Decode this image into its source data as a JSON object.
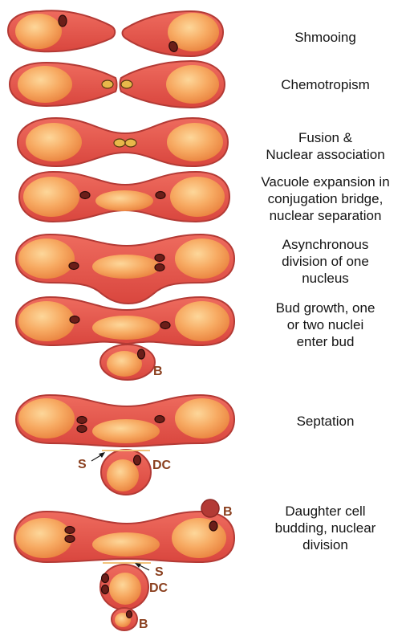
{
  "stages": [
    {
      "label": "Shmooing"
    },
    {
      "label": "Chemotropism"
    },
    {
      "label": "Fusion &\nNuclear association"
    },
    {
      "label": "Vacuole expansion in\nconjugation bridge,\nnuclear separation"
    },
    {
      "label": "Asynchronous\ndivision of one\nnucleus"
    },
    {
      "label": "Bud growth, one\nor two nuclei\nenter bud"
    },
    {
      "label": "Septation"
    },
    {
      "label": "Daughter cell\nbudding, nuclear\ndivision"
    }
  ],
  "markers": {
    "bud": "B",
    "septum": "S",
    "daughter_cell": "DC"
  },
  "colors": {
    "cell_wall": "#b33a35",
    "cytoplasm": "#e4574c",
    "vacuole": "#f6a35c",
    "nucleus": "#6b1e19",
    "nucleus_paired": "#e8b84a",
    "marker_text": "#8a3f1e"
  }
}
